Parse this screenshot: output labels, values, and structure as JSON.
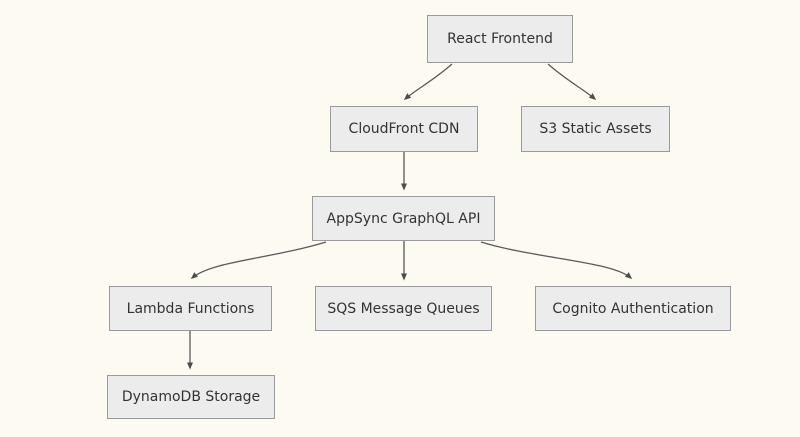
{
  "diagram": {
    "type": "flowchart",
    "direction": "top-down",
    "nodes": {
      "react_frontend": {
        "label": "React Frontend"
      },
      "cloudfront_cdn": {
        "label": "CloudFront CDN"
      },
      "s3_static_assets": {
        "label": "S3 Static Assets"
      },
      "appsync_graphql_api": {
        "label": "AppSync GraphQL API"
      },
      "lambda_functions": {
        "label": "Lambda Functions"
      },
      "sqs_message_queues": {
        "label": "SQS Message Queues"
      },
      "cognito_authentication": {
        "label": "Cognito Authentication"
      },
      "dynamodb_storage": {
        "label": "DynamoDB Storage"
      }
    },
    "edges": [
      {
        "from": "React Frontend",
        "to": "CloudFront CDN",
        "arrow": "normal"
      },
      {
        "from": "React Frontend",
        "to": "S3 Static Assets",
        "arrow": "normal"
      },
      {
        "from": "CloudFront CDN",
        "to": "AppSync GraphQL API",
        "arrow": "normal"
      },
      {
        "from": "AppSync GraphQL API",
        "to": "Lambda Functions",
        "arrow": "normal"
      },
      {
        "from": "AppSync GraphQL API",
        "to": "SQS Message Queues",
        "arrow": "normal"
      },
      {
        "from": "AppSync GraphQL API",
        "to": "Cognito Authentication",
        "arrow": "normal"
      },
      {
        "from": "Lambda Functions",
        "to": "DynamoDB Storage",
        "arrow": "normal"
      }
    ],
    "colors": {
      "background": "#fcfaf1",
      "node_fill": "#ececec",
      "node_border": "#9a9a9a",
      "node_text": "#333333",
      "edge_stroke": "#5a5a5a"
    }
  }
}
